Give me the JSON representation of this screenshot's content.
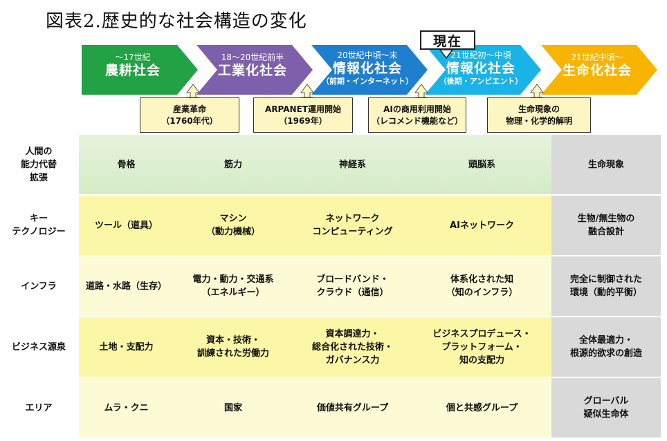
{
  "title": "図表2.歴史的な社会構造の変化",
  "now_label": "現在",
  "colors": {
    "agri": "#22a244",
    "industry": "#7e5fab",
    "info_early": "#1f7fcf",
    "info_late": "#1ab3e8",
    "life": "#f8b400",
    "band_green": "#d5ecc6",
    "band_yellow": "#fbf7a6",
    "band_light": "#fcfbd6",
    "band_gray": "#d9d9d9",
    "event_bg": "#fdf5c2"
  },
  "eras": [
    {
      "era": "～17世紀",
      "name": "農耕社会",
      "sub": ""
    },
    {
      "era": "18～20世紀前半",
      "name": "工業化社会",
      "sub": ""
    },
    {
      "era": "20世紀中頃～末",
      "name": "情報化社会",
      "sub": "（前期・インターネット）"
    },
    {
      "era": "21世紀初～中頃",
      "name": "情報化社会",
      "sub": "（後期・アンビエント）"
    },
    {
      "era": "21世紀中頃～",
      "name": "生命化社会",
      "sub": ""
    }
  ],
  "events": [
    {
      "line1": "産業革命",
      "line2": "（1760年代）"
    },
    {
      "line1": "ARPANET運用開始",
      "line2": "（1969年）"
    },
    {
      "line1": "AIの商用利用開始",
      "line2": "（レコメンド機能など）"
    },
    {
      "line1": "生命現象の",
      "line2": "物理・化学的解明"
    }
  ],
  "rows": [
    {
      "label": [
        "人間の",
        "能力代替",
        "拡張"
      ],
      "cells": [
        [
          "骨格"
        ],
        [
          "筋力"
        ],
        [
          "神経系"
        ],
        [
          "頭脳系"
        ],
        [
          "生命現象"
        ]
      ]
    },
    {
      "label": [
        "キー",
        "テクノロジー"
      ],
      "cells": [
        [
          "ツール（道具）"
        ],
        [
          "マシン",
          "（動力機械）"
        ],
        [
          "ネットワーク",
          "コンピューティング"
        ],
        [
          "AIネットワーク"
        ],
        [
          "生物/無生物の",
          "融合設計"
        ]
      ]
    },
    {
      "label": [
        "インフラ"
      ],
      "cells": [
        [
          "道路・水路（生存）"
        ],
        [
          "電力・動力・交通系",
          "（エネルギー）"
        ],
        [
          "ブロードバンド・",
          "クラウド（通信）"
        ],
        [
          "体系化された知",
          "（知のインフラ）"
        ],
        [
          "完全に制御された",
          "環境（動的平衡）"
        ]
      ]
    },
    {
      "label": [
        "ビジネス源泉"
      ],
      "cells": [
        [
          "土地・支配力"
        ],
        [
          "資本・技術・",
          "訓練された労働力"
        ],
        [
          "資本調達力・",
          "総合化された技術・",
          "ガバナンス力"
        ],
        [
          "ビジネスプロデュース・",
          "プラットフォーム・",
          "知の支配力"
        ],
        [
          "全体最適力・",
          "根源的欲求の創造"
        ]
      ]
    },
    {
      "label": [
        "エリア"
      ],
      "cells": [
        [
          "ムラ・クニ"
        ],
        [
          "国家"
        ],
        [
          "価値共有グループ"
        ],
        [
          "個と共感グループ"
        ],
        [
          "グローバル",
          "疑似生命体"
        ]
      ]
    }
  ]
}
